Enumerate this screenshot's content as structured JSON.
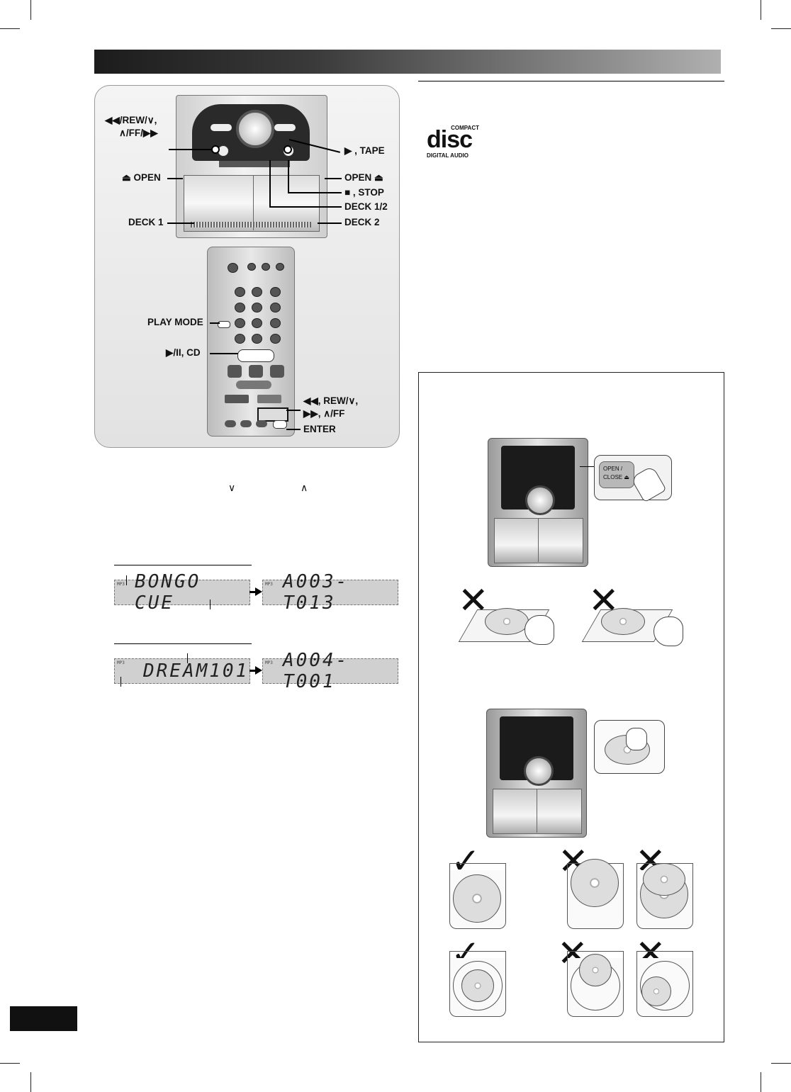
{
  "main_unit_labels": {
    "skip_rew_line1": "◀◀/REW/∨,",
    "skip_rew_line2": "∧/FF/▶▶",
    "open_left": "⏏ OPEN",
    "deck1": "DECK 1",
    "play_tape": "▶ , TAPE",
    "open_right": "OPEN ⏏",
    "stop": "■ , STOP",
    "deck12": "DECK 1/2",
    "deck2": "DECK 2"
  },
  "remote_labels": {
    "play_mode": "PLAY MODE",
    "play_pause_cd": "▶/II, CD",
    "skip_line1": "◀◀, REW/∨,",
    "skip_line2": "▶▶, ∧/FF",
    "enter": "ENTER"
  },
  "arrow_symbols": {
    "down": "∨",
    "up": "∧"
  },
  "displays": [
    {
      "mp3": "MP3",
      "left_text": "BONGO CUE",
      "right_text": "A003-T013"
    },
    {
      "mp3": "MP3",
      "left_text": "DREAM101",
      "right_text": "A004-T001"
    }
  ],
  "cd_logo": {
    "top": "COMPACT",
    "main": "disc",
    "bottom": "DIGITAL AUDIO"
  },
  "open_close_button": {
    "line1": "OPEN /",
    "line2": "CLOSE ⏏"
  },
  "marks": {
    "wrong": "✕",
    "right": "✓"
  }
}
